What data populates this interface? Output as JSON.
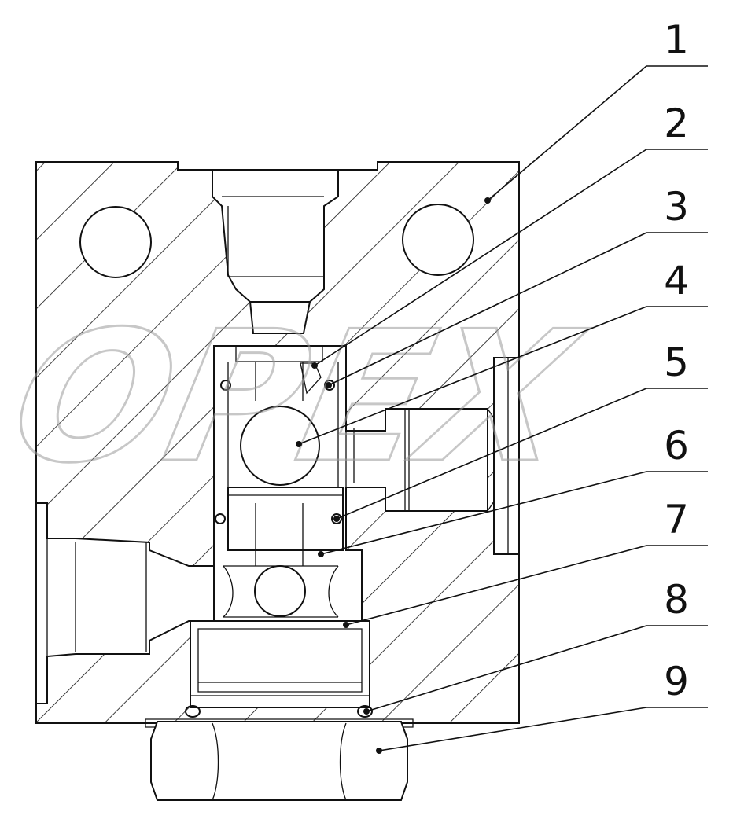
{
  "figure": {
    "type": "sectional-drawing",
    "subject": "valve block cross-section",
    "line_color": "#111111",
    "background": "#ffffff"
  },
  "callouts": [
    {
      "number": "1"
    },
    {
      "number": "2"
    },
    {
      "number": "3"
    },
    {
      "number": "4"
    },
    {
      "number": "5"
    },
    {
      "number": "6"
    },
    {
      "number": "7"
    },
    {
      "number": "8"
    },
    {
      "number": "9"
    }
  ],
  "watermark": {
    "text": "OPEX",
    "color": "#9a9a9a"
  }
}
